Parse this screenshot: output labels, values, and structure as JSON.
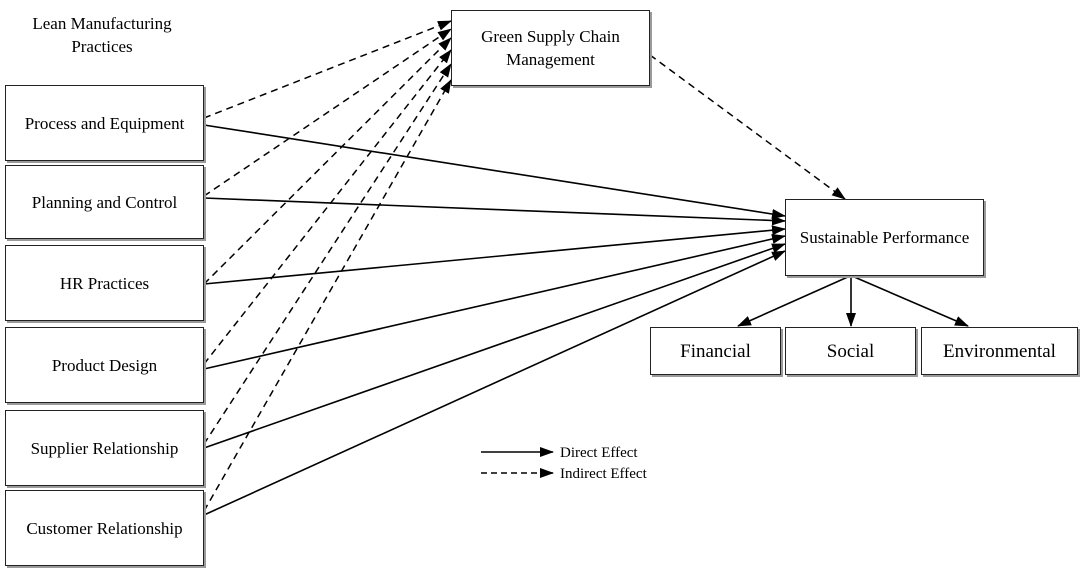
{
  "group_heading": "Lean Manufacturing Practices",
  "practices": [
    "Process and Equipment",
    "Planning and Control",
    "HR Practices",
    "Product Design",
    "Supplier Relationship",
    "Customer Relationship"
  ],
  "mediator": "Green Supply Chain Management",
  "outcome": "Sustainable Performance",
  "dimensions": [
    "Financial",
    "Social",
    "Environmental"
  ],
  "legend": {
    "direct": "Direct Effect",
    "indirect": "Indirect Effect"
  }
}
